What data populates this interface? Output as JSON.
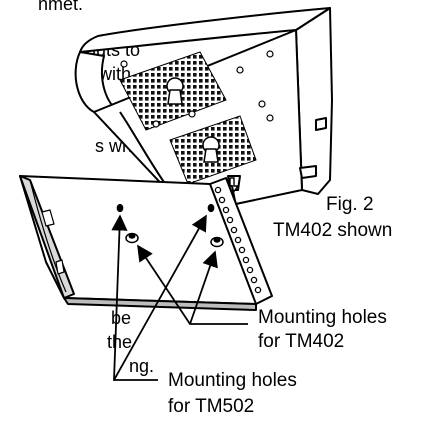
{
  "left_text_fragments": [
    "nmet.",
    "nuts to",
    "d with",
    "s which",
    "k",
    "be",
    "the",
    "ng."
  ],
  "figure_caption": {
    "line1": "Fig. 2",
    "line2": "TM402 shown"
  },
  "callouts": {
    "tm402": {
      "line1": "Mounting holes",
      "line2": "for TM402"
    },
    "tm502": {
      "line1": "Mounting holes",
      "line2": "for TM502"
    }
  }
}
